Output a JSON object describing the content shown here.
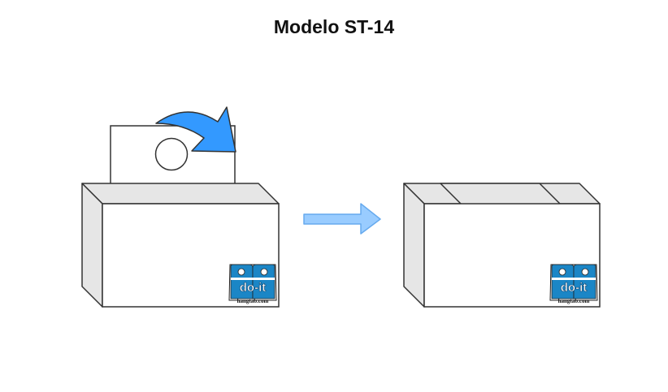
{
  "title": "Modelo ST-14",
  "logo": {
    "wordmark": "do-it",
    "domain": "hangtab.com",
    "brand_color": "#1b86c6"
  },
  "colors": {
    "box_face": "#ffffff",
    "box_side": "#e6e6e6",
    "box_stroke": "#333333",
    "curved_arrow": "#3399ff",
    "process_arrow": "#99ccff"
  },
  "icons": {
    "fold_arrow": "curved-arrow-icon",
    "step_arrow": "right-arrow-icon"
  }
}
